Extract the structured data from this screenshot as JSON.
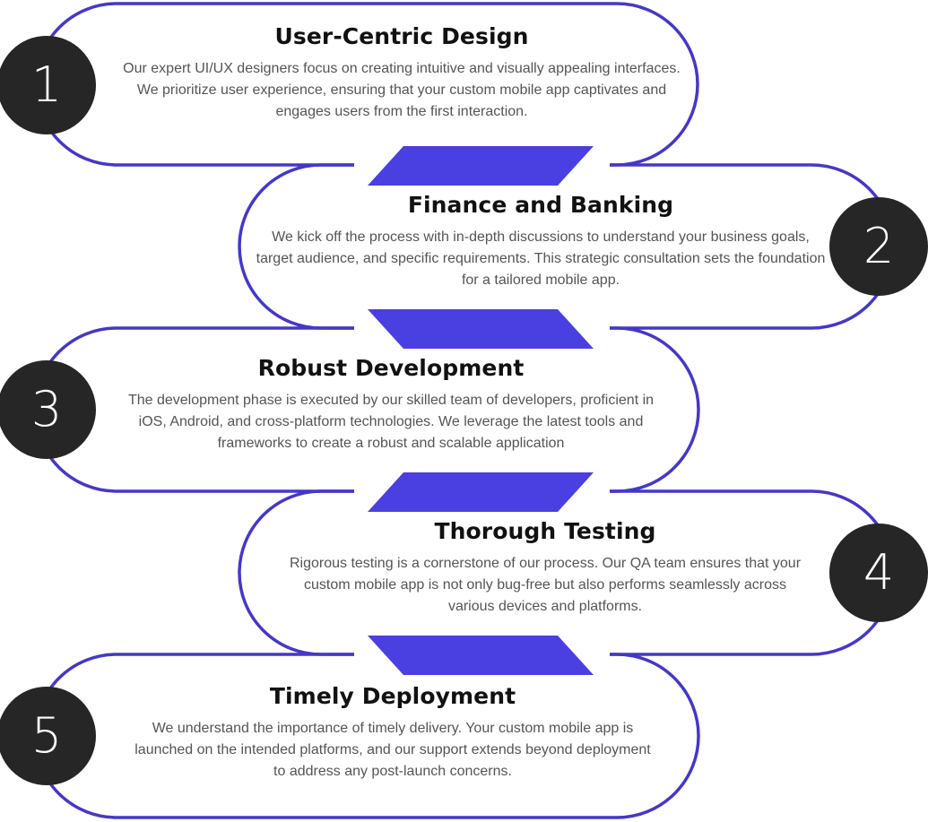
{
  "colors": {
    "outline": "#4438c9",
    "connector": "#4a3fe0",
    "badge": "#262626",
    "badge_text": "#ffffff",
    "title": "#111111",
    "body_text": "#555555"
  },
  "steps": [
    {
      "number": "1",
      "title": "User-Centric Design",
      "description": "Our expert UI/UX designers focus on creating intuitive and visually appealing interfaces. We prioritize user experience, ensuring that your custom mobile app captivates and engages users from the first interaction."
    },
    {
      "number": "2",
      "title": "Finance and Banking",
      "description": "We kick off the process with in-depth discussions to understand your business goals, target audience, and specific requirements. This strategic consultation sets the foundation for a tailored mobile app."
    },
    {
      "number": "3",
      "title": "Robust Development",
      "description": "The development phase is executed by our skilled team of developers, proficient in iOS, Android, and cross-platform technologies. We leverage the latest tools and frameworks to create a robust and scalable application"
    },
    {
      "number": "4",
      "title": "Thorough Testing",
      "description": "Rigorous testing is a cornerstone of our process. Our QA team ensures that your custom mobile app is not only bug-free but also performs seamlessly across various devices and platforms."
    },
    {
      "number": "5",
      "title": "Timely Deployment",
      "description": "We understand the importance of timely delivery. Your custom mobile app is launched on the intended platforms, and our support extends beyond deployment to address any post-launch concerns."
    }
  ]
}
